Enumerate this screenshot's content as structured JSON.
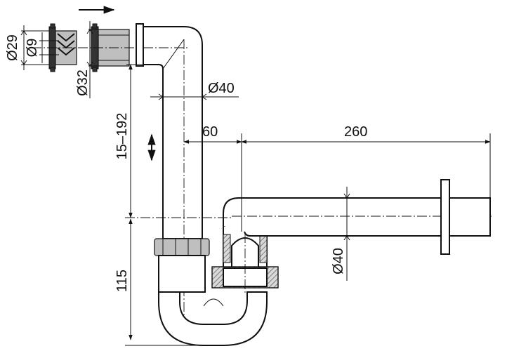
{
  "dimensions": {
    "d29": "Ø29",
    "d9": "Ø9",
    "d32": "Ø32",
    "d40_top": "Ø40",
    "d40_outlet": "Ø40",
    "len_60": "60",
    "len_260": "260",
    "range_15_192": "15–192",
    "height_115": "115"
  }
}
